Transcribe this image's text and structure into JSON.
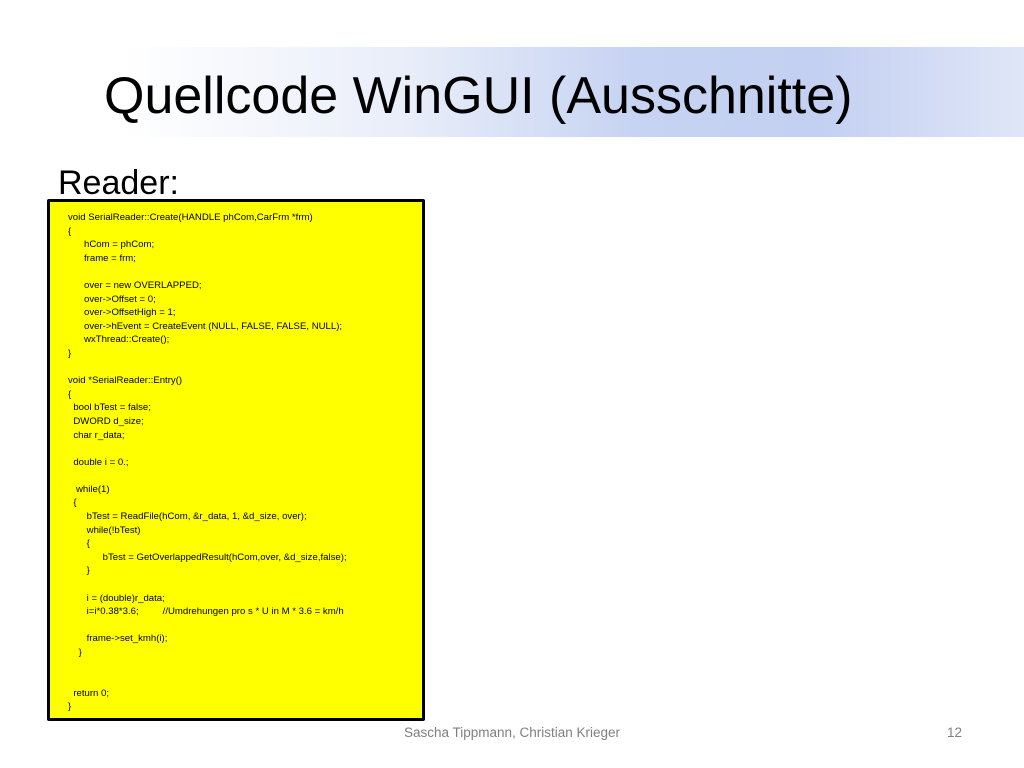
{
  "slide": {
    "title": "Quellcode WinGUI (Ausschnitte)",
    "section_label": "Reader:",
    "code": "void SerialReader::Create(HANDLE phCom,CarFrm *frm)\n{\n      hCom = phCom;\n      frame = frm;\n\n      over = new OVERLAPPED;\n      over->Offset = 0;\n      over->OffsetHigh = 1;\n      over->hEvent = CreateEvent (NULL, FALSE, FALSE, NULL);\n      wxThread::Create();\n}\n\nvoid *SerialReader::Entry()\n{\n  bool bTest = false;\n  DWORD d_size;\n  char r_data;\n\n  double i = 0.;\n\n   while(1)\n  {\n       bTest = ReadFile(hCom, &r_data, 1, &d_size, over);\n       while(!bTest)\n       {\n             bTest = GetOverlappedResult(hCom,over, &d_size,false);\n       }\n\n       i = (double)r_data;\n       i=i*0.38*3.6;         //Umdrehungen pro s * U in M * 3.6 = km/h\n\n       frame->set_kmh(i);\n    }\n\n\n  return 0;\n}",
    "footer": "Sascha Tippmann, Christian Krieger",
    "page_number": "12"
  },
  "colors": {
    "code_background": "#ffff00",
    "code_border": "#000000",
    "title_band_accent": "#c6d3f2",
    "footer_text": "#7f7f7f"
  }
}
